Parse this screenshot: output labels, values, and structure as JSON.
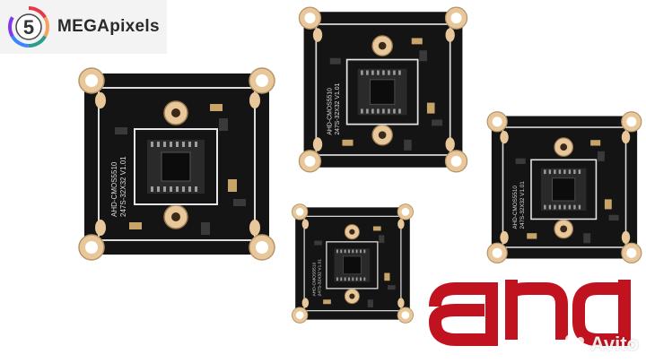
{
  "logo": {
    "numeral": "5",
    "text": "MEGApixels"
  },
  "boards": [
    {
      "name": "camera-board-large-left",
      "label_main": "AHD-CMOS5510",
      "label_sub": "247S-32X32 V1.01"
    },
    {
      "name": "camera-board-top-center",
      "label_main": "AHD-CMOS5510",
      "label_sub": "247S-32X32 V1.01"
    },
    {
      "name": "camera-board-small-bottom",
      "label_main": "AHD-CMOS5510",
      "label_sub": "247S-32X32 V1.01"
    },
    {
      "name": "camera-board-right",
      "label_main": "AHD-CMOS5510",
      "label_sub": "247S-32X32 V1.01"
    }
  ],
  "ahd_logo": {
    "text": "ahd",
    "color": "#c1121f"
  },
  "watermark": {
    "text": "Avito",
    "icon": "avito-dots-icon"
  },
  "colors": {
    "pcb": "#141414",
    "pad": "#e8c89a",
    "sensor": "#0c0c0c"
  }
}
